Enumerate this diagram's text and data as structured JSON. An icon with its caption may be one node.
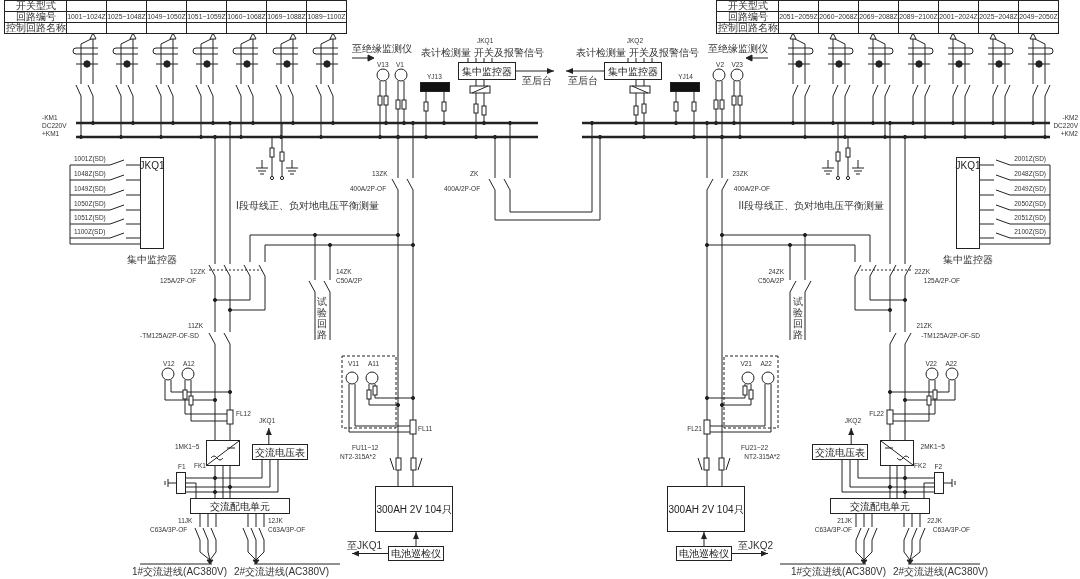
{
  "diagram": {
    "nodes": [
      {
        "text": [
          "集中监控器"
        ],
        "beside": [
          "JKQ1",
          "表计检测量 开关及报警信号"
        ]
      },
      {
        "text": [],
        "shape": "box",
        "beside": [
          "YJ13"
        ]
      },
      {
        "text": [
          "JKQ1"
        ],
        "beside": [
          "集中监控器"
        ]
      },
      {
        "text": [],
        "shape": "box",
        "beside": [
          "1MK1~5"
        ]
      },
      {
        "text": [
          "交流电压表"
        ]
      },
      {
        "text": [],
        "shape": "box",
        "beside": [
          "F1"
        ]
      },
      {
        "text": [
          "交流配电单元"
        ]
      },
      {
        "text": [
          "300AH 2V 104只"
        ]
      },
      {
        "text": [
          "电池巡检仪"
        ]
      },
      {
        "text": [
          "集中监控器"
        ],
        "beside": [
          "JKQ2",
          "表计检测量 开关及报警信号"
        ]
      },
      {
        "text": [],
        "shape": "box",
        "beside": [
          "YJ14"
        ]
      },
      {
        "text": [
          "JKQ1"
        ],
        "beside": [
          "集中监控器"
        ]
      },
      {
        "text": [],
        "shape": "box",
        "beside": [
          "2MK1~5"
        ]
      },
      {
        "text": [
          "交流电压表"
        ]
      },
      {
        "text": [],
        "shape": "box",
        "beside": [
          "F2"
        ]
      },
      {
        "text": [
          "交流配电单元"
        ]
      },
      {
        "text": [
          "300AH 2V 104只"
        ]
      },
      {
        "text": [
          "电池巡检仪"
        ]
      }
    ],
    "edges": [
      {
        "from": 0,
        "to": null,
        "arrow": "to",
        "label": "至后台"
      },
      {
        "from": 4,
        "to": null,
        "arrow": "to",
        "label": "JKQ1"
      },
      {
        "from": 3,
        "to": 6,
        "arrow": "none"
      },
      {
        "from": 3,
        "to": 6,
        "arrow": "none"
      },
      {
        "from": 3,
        "to": 6,
        "arrow": "none"
      },
      {
        "from": 5,
        "to": 6,
        "arrow": "none"
      },
      {
        "from": 8,
        "to": 7,
        "arrow": "to"
      },
      {
        "from": 8,
        "to": null,
        "arrow": "to",
        "label": "至JKQ1"
      },
      {
        "from": 4,
        "to": 5,
        "arrow": "none"
      },
      {
        "from": 4,
        "to": 5,
        "arrow": "none"
      },
      {
        "from": 4,
        "to": 5,
        "arrow": "none"
      },
      {
        "from": 9,
        "to": null,
        "arrow": "to",
        "label": "至后台"
      },
      {
        "from": 13,
        "to": null,
        "arrow": "to",
        "label": "JKQ2"
      },
      {
        "from": 12,
        "to": 15,
        "arrow": "none"
      },
      {
        "from": 12,
        "to": 15,
        "arrow": "none"
      },
      {
        "from": 12,
        "to": 15,
        "arrow": "none"
      },
      {
        "from": 14,
        "to": 15,
        "arrow": "none"
      },
      {
        "from": 17,
        "to": 16,
        "arrow": "to"
      },
      {
        "from": 17,
        "to": null,
        "arrow": "to",
        "label": "至JKQ2"
      },
      {
        "from": 13,
        "to": 14,
        "arrow": "none"
      },
      {
        "from": 13,
        "to": 14,
        "arrow": "none"
      },
      {
        "from": 13,
        "to": 14,
        "arrow": "none"
      }
    ],
    "labels": [
      "开关型式",
      "回路编号",
      "1001~1024Z",
      "1025~1048Z",
      "1049~1050Z",
      "1051~1059Z",
      "1060~1068Z",
      "1069~1088Z",
      "1089~1100Z",
      "控制回路名称",
      "开关型式",
      "回路编号",
      "2051~2059Z",
      "2060~2068Z",
      "2069~2088Z",
      "2089~2100Z",
      "2001~2024Z",
      "2025~2048Z",
      "2049~2050Z",
      "控制回路名称",
      "至绝缘监测仪",
      "V13",
      "V1",
      "-KM1",
      "DC220V",
      "+KM1",
      "1001Z(SD)",
      "1048Z(SD)",
      "13ZK",
      "ZK",
      "1049Z(SD)",
      "400A/2P-OF",
      "400A/2P-OF",
      "1050Z(SD)",
      "I段母线正、负对地电压平衡测量",
      "1051Z(SD)",
      "1100Z(SD)",
      "12ZK",
      "14ZK",
      "125A/2P-OF",
      "C50A/2P",
      "试验回路",
      "11ZK",
      "-TM125A/2P-OF-SD",
      "V12",
      "A12",
      "V11",
      "A11",
      "FL12",
      "FL11",
      "FU11~12",
      "NT2-315A*2",
      "FK1",
      "11JK",
      "12JK",
      "C63A/3P-OF",
      "C63A/3P-OF",
      "1#交流进线(AC380V)",
      "2#交流进线(AC380V)",
      "至绝缘监测仪",
      "V2",
      "V23",
      "-KM2",
      "DC220V",
      "+KM2",
      "2001Z(SD)",
      "23ZK",
      "2048Z(SD)",
      "400A/2P-OF",
      "2049Z(SD)",
      "II段母线正、负对地电压平衡测量",
      "2050Z(SD)",
      "2051Z(SD)",
      "2100Z(SD)",
      "24ZK",
      "22ZK",
      "C50A/2P",
      "125A/2P-OF",
      "试验回路",
      "21ZK",
      "-TM125A/2P-OF-SD",
      "V21",
      "A22",
      "V22",
      "A22",
      "FL22",
      "FL21",
      "FU21~22",
      "NT2-315A*2",
      "FK2",
      "21JK",
      "22JK",
      "C63A/3P-OF",
      "C63A/3P-OF",
      "1#交流进线(AC380V)",
      "2#交流进线(AC380V)"
    ]
  }
}
